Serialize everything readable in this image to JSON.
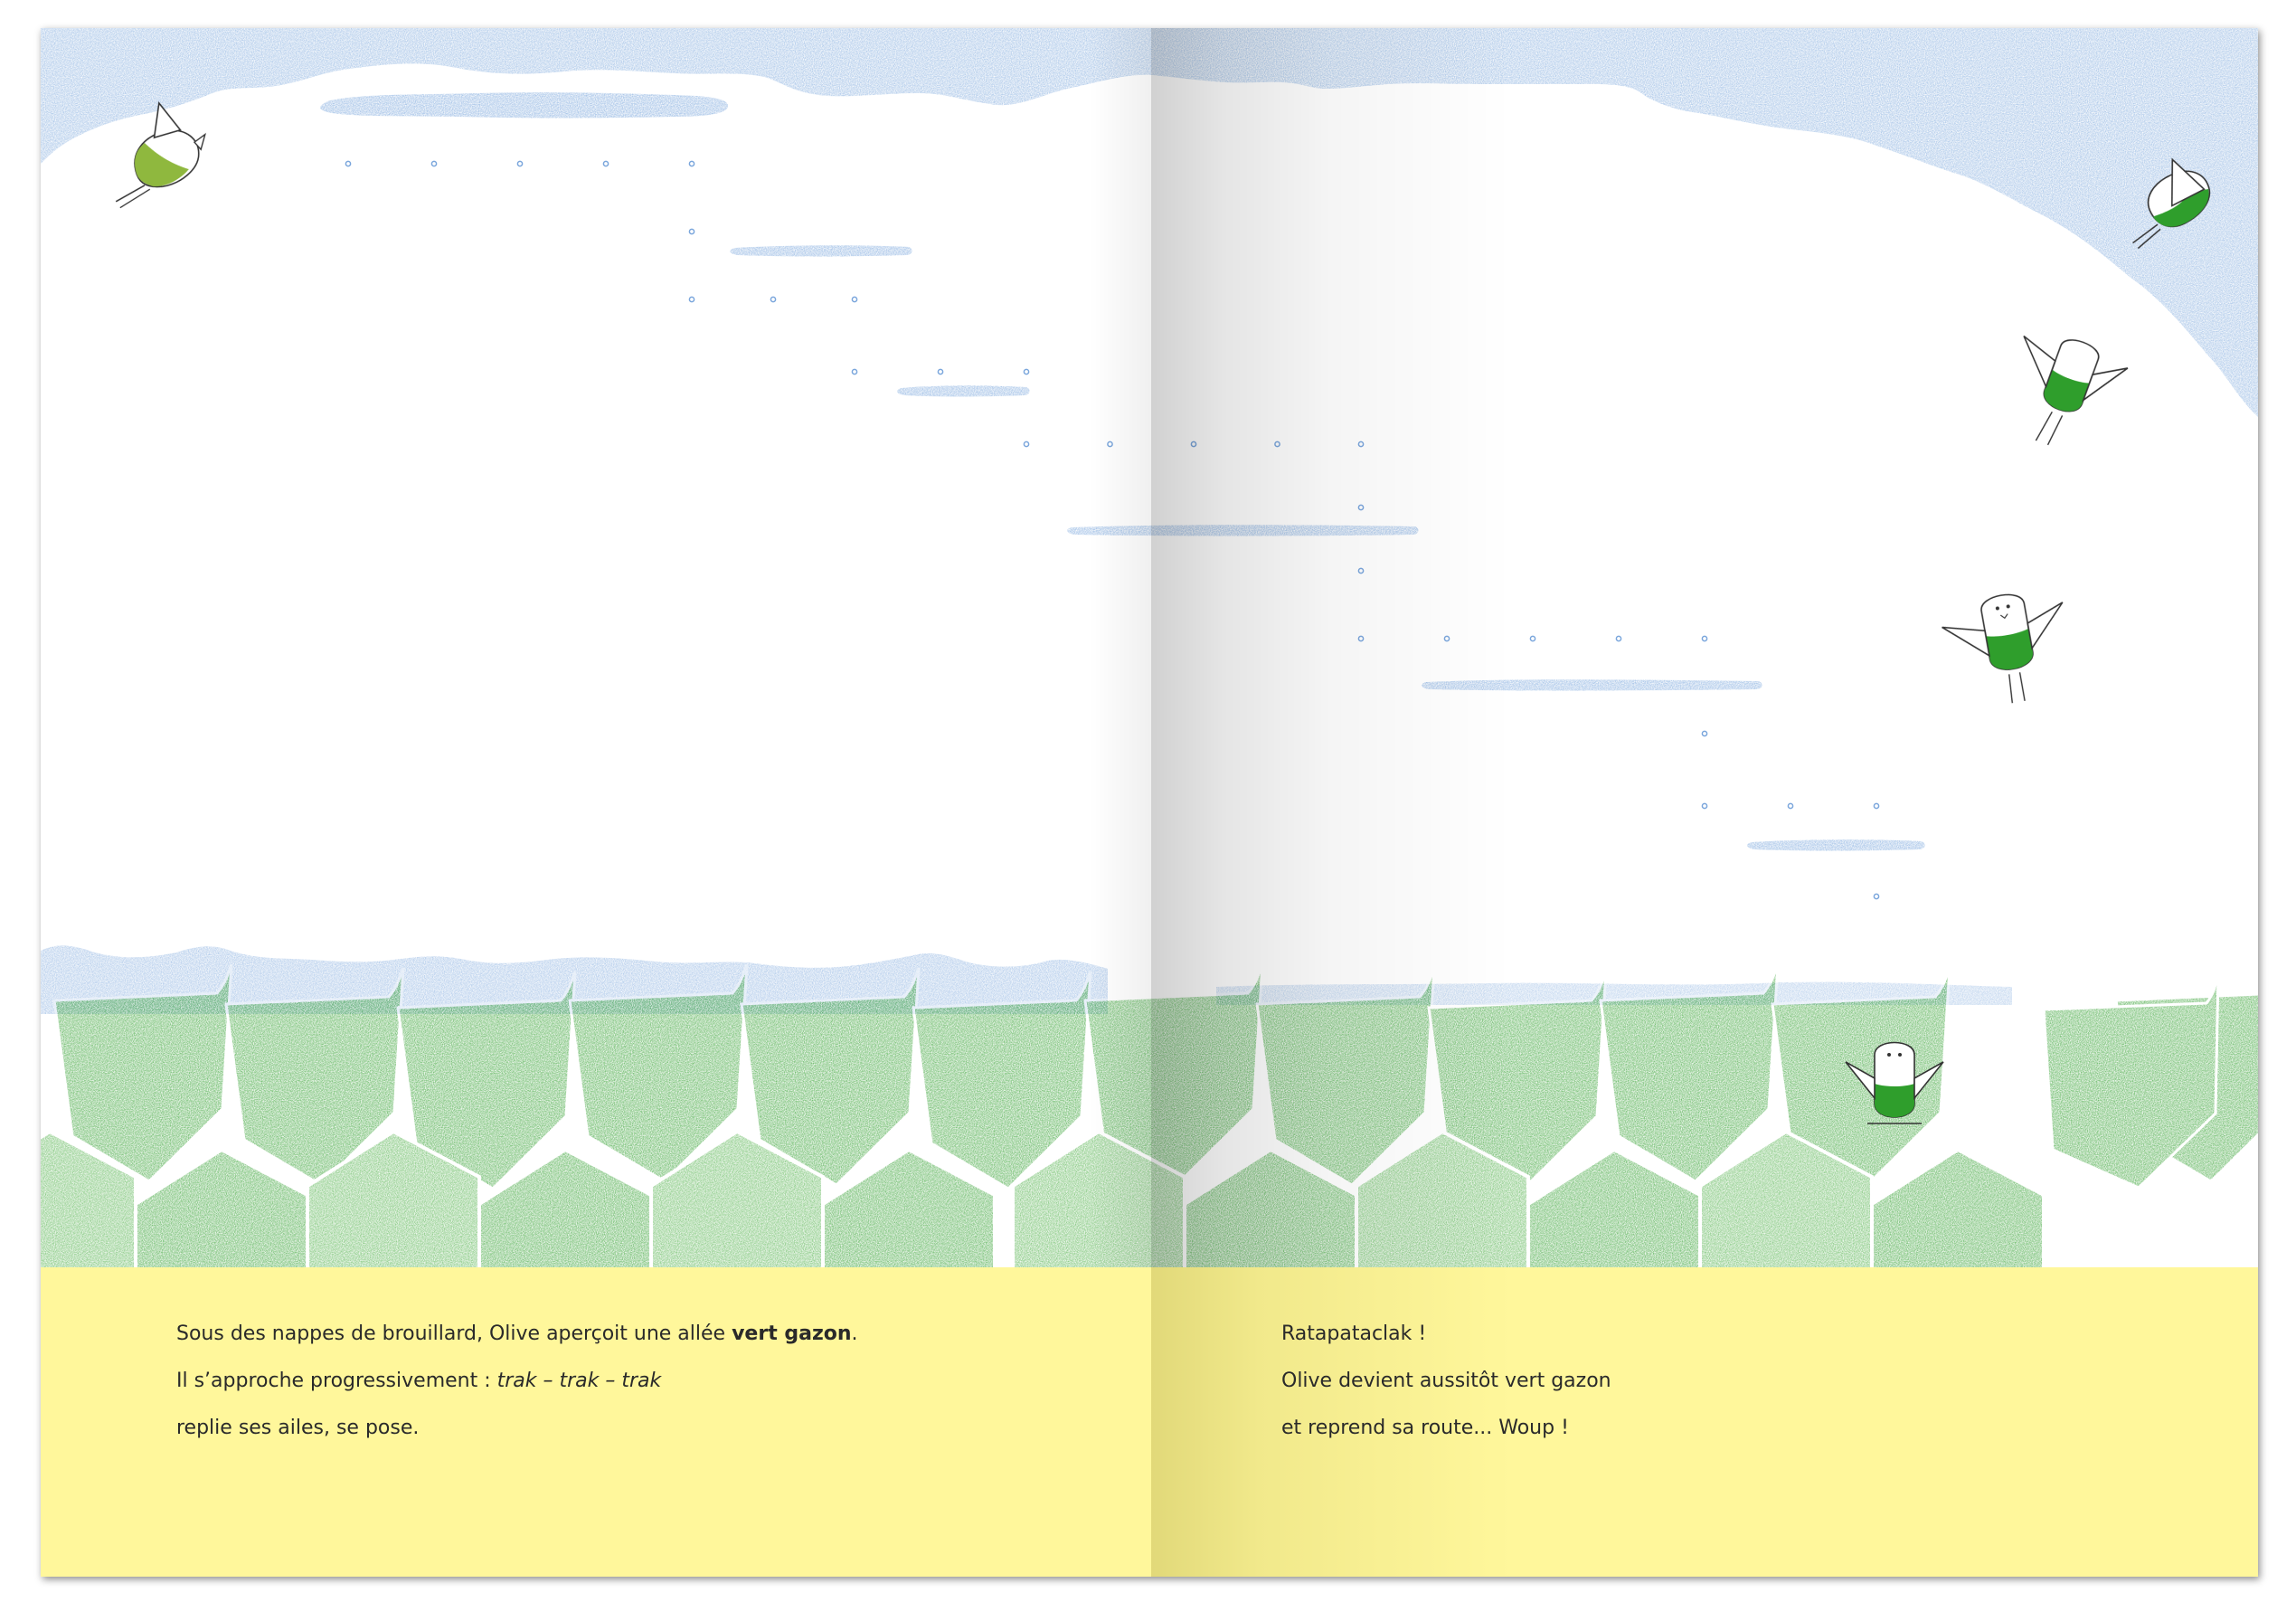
{
  "left_page": {
    "line1_before": "Sous des nappes de brouillard, Olive aperçoit une allée ",
    "line1_bold": "vert gazon",
    "line1_after": ".",
    "line2_before": "Il s’approche progressivement : ",
    "line2_italic": "trak – trak – trak",
    "line3": "replie ses ailes, se pose."
  },
  "right_page": {
    "line1": "Ratapataclak !",
    "line2": "Olive devient aussitôt vert gazon",
    "line3": "et reprend sa route... Woup !"
  },
  "colors": {
    "sky_blue": "#7aa6dc",
    "grass_green": "#2f9e2c",
    "grass_green_light": "#4fb048",
    "text_band_yellow": "#fff79b"
  }
}
